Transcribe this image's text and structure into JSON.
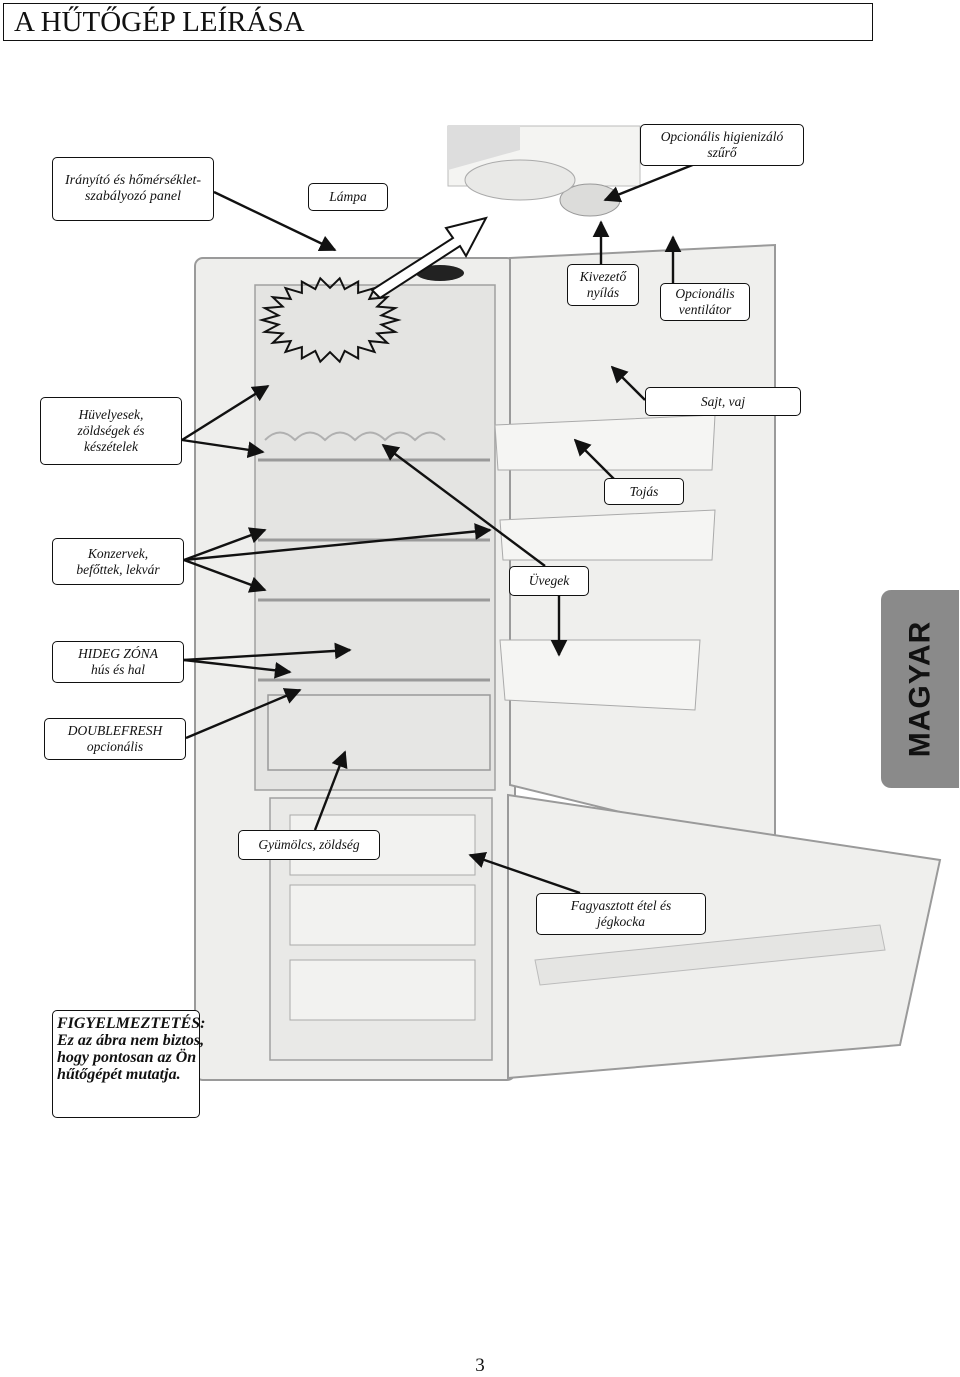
{
  "title": "A HŰTŐGÉP LEÍRÁSA",
  "side_tab": "MAGYAR",
  "page_number": "3",
  "labels": {
    "control_panel": "Irányító és hőmérséklet-\nszabályozó panel",
    "lamp": "Lámpa",
    "hygiene_filter": "Opcionális higienizáló\nszűrő",
    "outlet": "Kivezető\nnyílás",
    "fan": "Opcionális\nventilátor",
    "pulses": "Hüvelyesek,\nzöldségek és\nkészételek",
    "cheese_butter": "Sajt, vaj",
    "eggs": "Tojás",
    "canned": "Konzervek,\nbefőttek, lekvár",
    "bottles": "Üvegek",
    "cold_zone": "HIDEG ZÓNA\nhús és hal",
    "doublefresh": "DOUBLEFRESH\nopcionális",
    "fruit_veg": "Gyümölcs, zöldség",
    "frozen": "Fagyasztott étel és\njégkocka",
    "warning": "FIGYELMEZTETÉS:\nEz az ábra nem biztos,\nhogy pontosan az Ön\nhűtőgépét mutatja."
  },
  "colors": {
    "fridge_body": "#eeeeec",
    "fridge_inner": "#e4e4e2",
    "outline": "#9a9a9a",
    "side_tab": "#8a8a8a"
  }
}
